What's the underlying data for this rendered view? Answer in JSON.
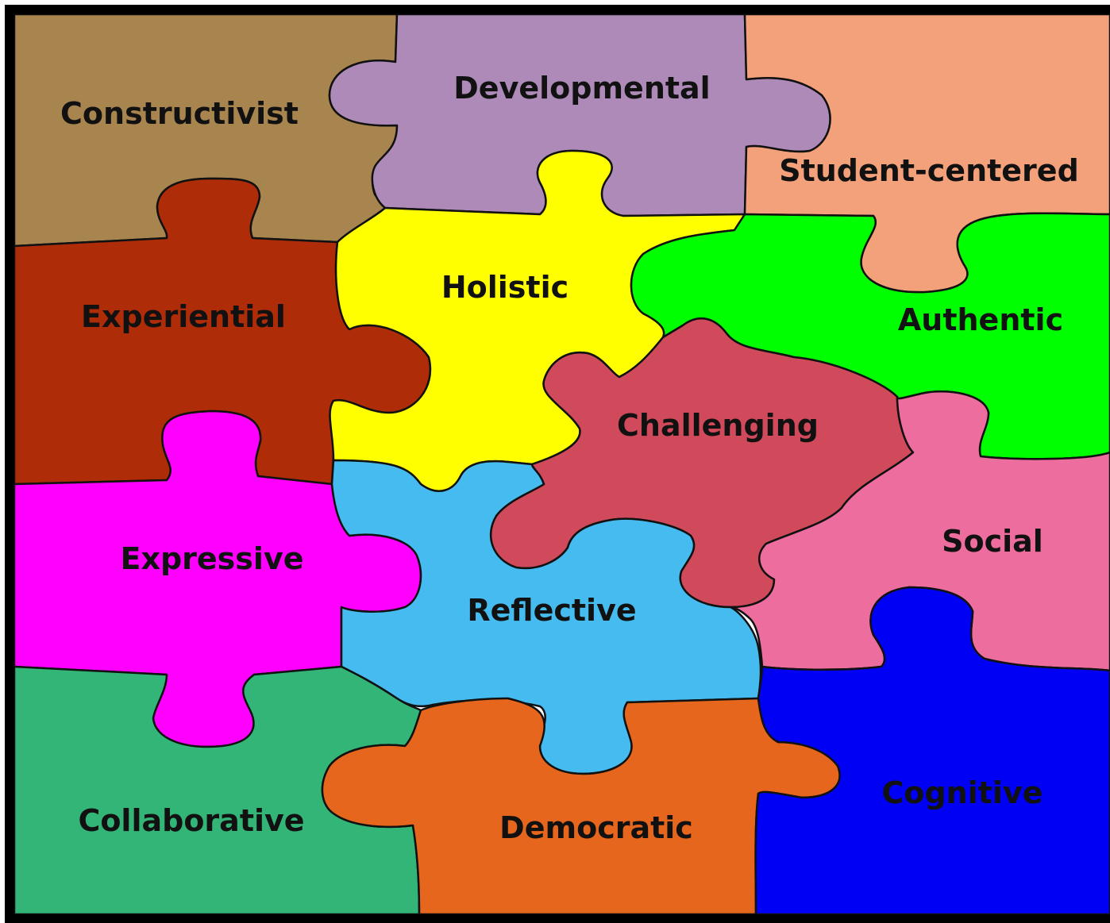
{
  "pieces": [
    {
      "key": "constructivist",
      "label": "Constructivist",
      "color": "#A8844F"
    },
    {
      "key": "developmental",
      "label": "Developmental",
      "color": "#AE8AB9"
    },
    {
      "key": "student_centered",
      "label": "Student-centered",
      "color": "#F3A17A"
    },
    {
      "key": "experiential",
      "label": "Experiential",
      "color": "#AE2C08"
    },
    {
      "key": "holistic",
      "label": "Holistic",
      "color": "#FFFF00"
    },
    {
      "key": "authentic",
      "label": "Authentic",
      "color": "#00FF00"
    },
    {
      "key": "challenging",
      "label": "Challenging",
      "color": "#D04A5B"
    },
    {
      "key": "expressive",
      "label": "Expressive",
      "color": "#FF00FF"
    },
    {
      "key": "reflective",
      "label": "Reflective",
      "color": "#45BBEF"
    },
    {
      "key": "social",
      "label": "Social",
      "color": "#EC6D9E"
    },
    {
      "key": "collaborative",
      "label": "Collaborative",
      "color": "#33B577"
    },
    {
      "key": "democratic",
      "label": "Democratic",
      "color": "#E5661C"
    },
    {
      "key": "cognitive",
      "label": "Cognitive",
      "color": "#0000F5"
    }
  ]
}
